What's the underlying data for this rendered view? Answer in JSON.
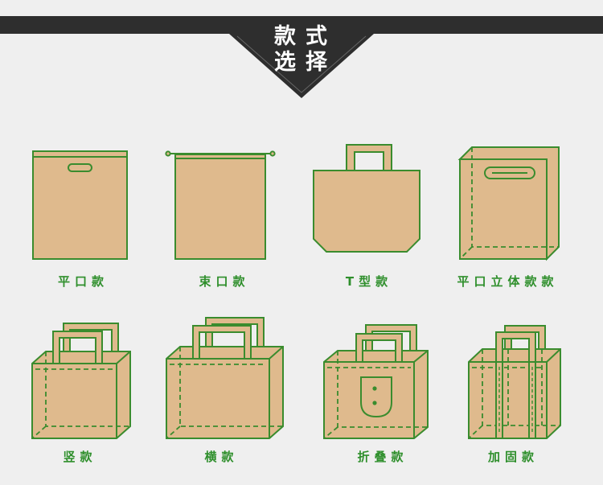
{
  "header": {
    "title_line1": "款式",
    "title_line2": "选择"
  },
  "styles": [
    {
      "label": "平口款",
      "icon": "flat-top-bag-icon"
    },
    {
      "label": "束口款",
      "icon": "drawstring-bag-icon"
    },
    {
      "label": "T型款",
      "icon": "t-shape-bag-icon"
    },
    {
      "label": "平口立体款款",
      "icon": "flat-top-3d-bag-icon"
    },
    {
      "label": "竖款",
      "icon": "vertical-tote-bag-icon"
    },
    {
      "label": "横款",
      "icon": "horizontal-tote-bag-icon"
    },
    {
      "label": "折叠款",
      "icon": "folding-tote-bag-icon"
    },
    {
      "label": "加固款",
      "icon": "reinforced-tote-bag-icon"
    }
  ],
  "colors": {
    "background": "#efefef",
    "header_bar": "#2e2e2e",
    "header_text": "#ffffff",
    "bag_fill": "#dfba8d",
    "bag_stroke": "#3a8c2e",
    "label_text": "#2f8f2c"
  }
}
